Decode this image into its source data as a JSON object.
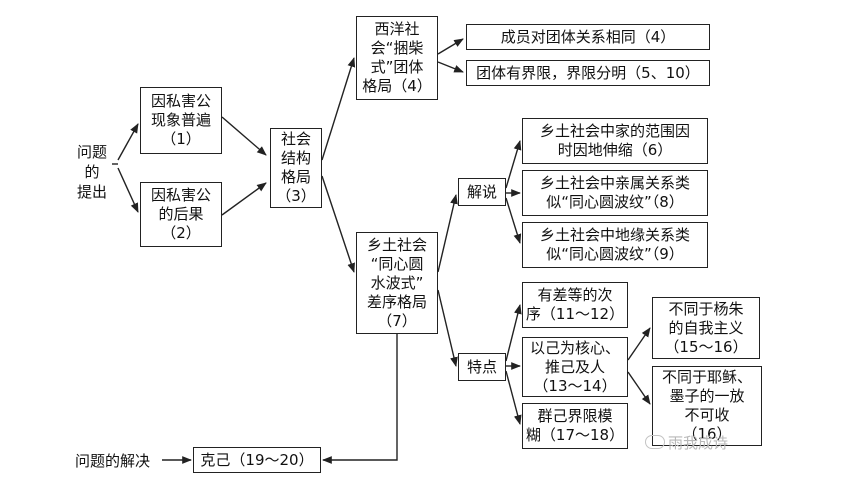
{
  "nodes": {
    "question": {
      "lines": [
        "问题",
        "的",
        "提出"
      ]
    },
    "n1": {
      "lines": [
        "因私害公",
        "现象普遍",
        "（1）"
      ]
    },
    "n2": {
      "lines": [
        "因私害公",
        "的后果",
        "（2）"
      ]
    },
    "n3": {
      "lines": [
        "社会",
        "结构",
        "格局",
        "（3）"
      ]
    },
    "n4": {
      "lines": [
        "西洋社",
        "会“捆柴",
        "式”团体",
        "格局（4）"
      ]
    },
    "n4a": {
      "lines": [
        "成员对团体关系相同（4）"
      ]
    },
    "n4b": {
      "lines": [
        "团体有界限，界限分明（5、10）"
      ]
    },
    "n7": {
      "lines": [
        "乡土社会",
        "“同心圆",
        "水波式”",
        "差序格局",
        "（7）"
      ]
    },
    "explain": {
      "lines": [
        "解说"
      ]
    },
    "e6": {
      "lines": [
        "乡土社会中家的范围因",
        "时因地伸缩（6）"
      ]
    },
    "e8": {
      "lines": [
        "乡土社会中亲属关系类",
        "似“同心圆波纹”（8）"
      ]
    },
    "e9": {
      "lines": [
        "乡土社会中地缘关系类",
        "似“同心圆波纹”（9）"
      ]
    },
    "feature": {
      "lines": [
        "特点"
      ]
    },
    "f11": {
      "lines": [
        "有差等的次",
        "序（11～12）"
      ]
    },
    "f13": {
      "lines": [
        "以己为核心、",
        "推己及人",
        "（13～14）"
      ]
    },
    "f17": {
      "lines": [
        "群己界限模",
        "糊（17～18）"
      ]
    },
    "f15": {
      "lines": [
        "不同于杨朱",
        "的自我主义",
        "（15～16）"
      ]
    },
    "f16": {
      "lines": [
        "不同于耶稣、",
        "墨子的一放",
        "不可收",
        "（16）"
      ]
    },
    "solution": {
      "lines": [
        "问题的解决"
      ]
    },
    "keji": {
      "lines": [
        "克己（19～20）"
      ]
    }
  },
  "watermark": "雨我成诗"
}
